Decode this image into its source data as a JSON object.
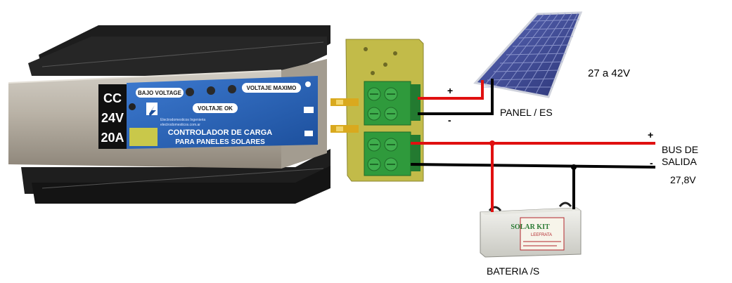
{
  "controller": {
    "spec_lines": [
      "CC",
      "24V",
      "20A"
    ],
    "btn_bajo": "BAJO VOLTAGE",
    "btn_ok": "VOLTAJE OK",
    "btn_max": "VOLTAJE MAXIMO",
    "brand_line1": "Electrodomesticos Ingenieria",
    "brand_line2": "electrodomesticos.com.ar",
    "title_line1": "CONTROLADOR DE CARGA",
    "title_line2": "PARA PANELES SOLARES"
  },
  "panel": {
    "voltage": "27 a 42V",
    "label": "PANEL / ES",
    "plus": "+",
    "minus": "-"
  },
  "bus": {
    "plus": "+",
    "minus": "-",
    "line1": "BUS DE",
    "line2": "SALIDA",
    "voltage": "27,8V"
  },
  "battery": {
    "label": "BATERIA /S",
    "brand": "SOLAR KIT",
    "sub": "LEEFRATA"
  },
  "colors": {
    "positive_wire": "#e01010",
    "negative_wire": "#000000",
    "terminal": "#2f9a3c",
    "pcb": "#c8c04a",
    "label_panel": "#1f5fb0",
    "solar_cell": "#3c4a9a"
  }
}
